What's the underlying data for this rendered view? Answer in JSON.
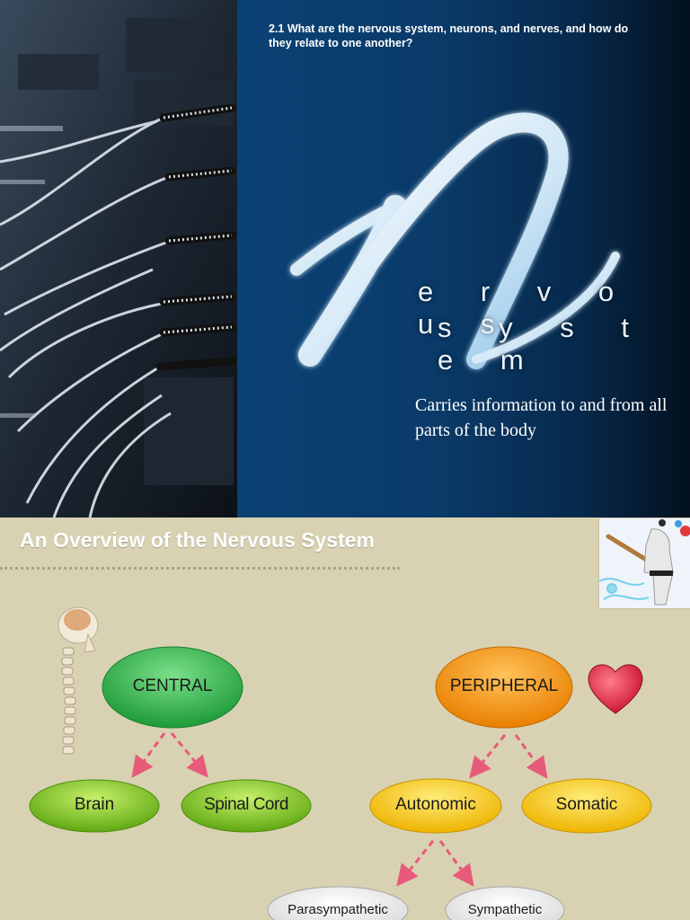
{
  "slide1": {
    "question": "2.1 What are the nervous system, neurons, and nerves, and how do they relate to one another?",
    "logo_word_line1": "e r v o u s",
    "logo_word_line2": "s y s t e m",
    "subtitle": "Carries information to and from all parts of the body"
  },
  "slide2": {
    "title": "An Overview of the Nervous System",
    "nodes": {
      "central": "CENTRAL",
      "peripheral": "PERIPHERAL",
      "brain": "Brain",
      "spinal_cord": "Spinal Cord",
      "autonomic": "Autonomic",
      "somatic": "Somatic",
      "parasympathetic": "Parasympathetic",
      "sympathetic": "Sympathetic"
    },
    "colors": {
      "green": "#3fb24a",
      "lime": "#86c91f",
      "orange": "#f39200",
      "yellow": "#f5c400",
      "arrow": "#e85a7a"
    }
  }
}
